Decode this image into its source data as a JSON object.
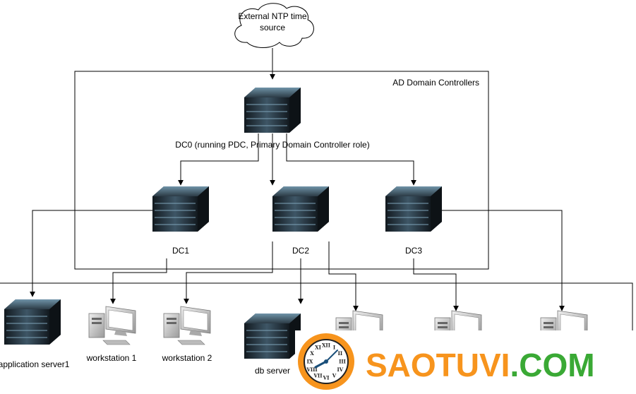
{
  "ntp": {
    "line1": "External NTP time",
    "line2": "source"
  },
  "group": {
    "label": "AD Domain Controllers"
  },
  "nodes": {
    "dc0": "DC0 (running PDC, Primary Domain Controller role)",
    "dc1": "DC1",
    "dc2": "DC2",
    "dc3": "DC3",
    "app_server": "application server1",
    "ws1": "workstation 1",
    "ws2": "workstation 2",
    "db_server": "db server"
  },
  "watermark": {
    "text_orange": "SAOTUVI",
    "text_green": ".COM",
    "clock_numerals": [
      "XII",
      "I",
      "II",
      "III",
      "IV",
      "V",
      "VI",
      "VII",
      "VIII",
      "IX",
      "X",
      "XI"
    ]
  },
  "colors": {
    "line": "#000000",
    "server_body": "#1f2a33",
    "server_highlight": "#5a7d92",
    "workstation": "#c8c8c8",
    "watermark_orange": "#f7941d",
    "watermark_green": "#3aa935"
  },
  "icons": {
    "cloud": "cloud-icon",
    "server": "server-icon",
    "workstation": "workstation-icon",
    "clock": "clock-icon"
  }
}
